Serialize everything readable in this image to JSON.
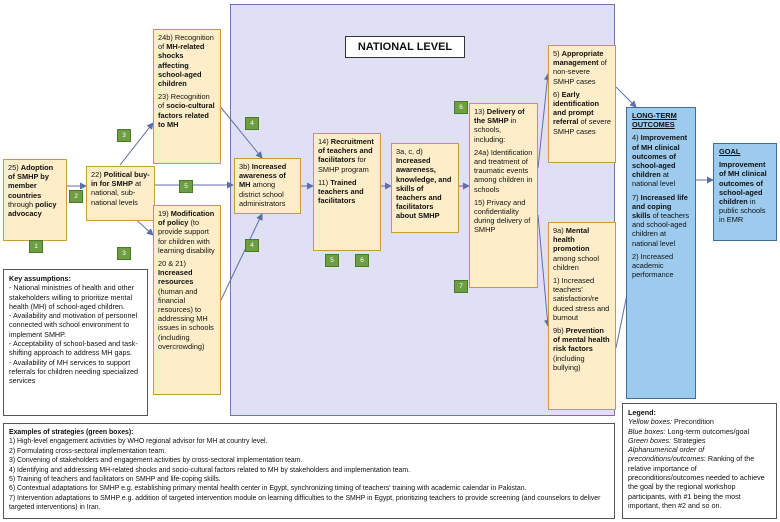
{
  "national_title": "NATIONAL LEVEL",
  "boxes": {
    "b25": {
      "num": "25)",
      "bold": "Adoption of SMHP by member countries",
      "rest": "through",
      "bold2": "policy advocacy"
    },
    "b22": {
      "num": "22)",
      "bold": "Political buy-in for SMHP",
      "rest": "at national, sub-national levels"
    },
    "b24b": {
      "num": "24b)",
      "pre": "Recognition of",
      "bold": "MH-related shocks affecting school-aged children",
      "num2": "23)",
      "pre2": "Recognition of",
      "bold2": "socio-cultural factors related to MH"
    },
    "b19": {
      "num": "19)",
      "bold": "Modification of policy",
      "rest": "(to provide support for children with learning disability",
      "num2": "20 & 21)",
      "bold2": "Increased resources",
      "rest2": "(human and financial resources) to addressing MH issues in schools (including overcrowding)"
    },
    "b3b": {
      "num": "3b)",
      "bold": "Increased awareness of MH",
      "rest": "among district school administrators"
    },
    "b14": {
      "num": "14)",
      "bold": "Recruitment of teachers and facilitators",
      "rest": "for SMHP program",
      "num2": "11)",
      "bold2": "Trained teachers and facilitators"
    },
    "b3a": {
      "num": "3a, c, d)",
      "bold": "Increased awareness, knowledge, and skills of teachers and facilitators about SMHP"
    },
    "b13": {
      "num": "13)",
      "bold": "Delivery of the SMHP",
      "rest": "in schools, including:",
      "p2": "24a) Identification and treatment of traumatic events among children in schools",
      "p3": "15) Privacy and confidentiality during delivery of SMHP"
    },
    "b5": {
      "num": "5)",
      "bold": "Appropriate management",
      "rest": "of non-severe SMHP cases",
      "num2": "6)",
      "bold2": "Early identification and prompt referral",
      "rest2": "of severe SMHP cases"
    },
    "b9a": {
      "num": "9a)",
      "bold": "Mental health promotion",
      "rest": "among school children",
      "p2": "1) Increased teachers' satisfaction/re duced stress and burnout",
      "num3": "9b)",
      "bold3": "Prevention of mental health risk factors",
      "rest3": "(including bullying)"
    }
  },
  "long_term": {
    "title": "LONG-TERM OUTCOMES",
    "p1_num": "4)",
    "p1_bold": "Improvement of MH clinical outcomes of school-aged children",
    "p1_rest": "at national level",
    "p2_num": "7)",
    "p2_bold": "Increased life and coping skills",
    "p2_rest": "of teachers and school-aged children at national level",
    "p3": "2) Increased academic performance"
  },
  "goal": {
    "title": "GOAL",
    "bold": "Improvement of MH clinical outcomes of school-aged children",
    "rest": "in public schools in EMR"
  },
  "green_labels": [
    "1",
    "2",
    "3",
    "3",
    "4",
    "4",
    "5",
    "5",
    "6",
    "6",
    "7"
  ],
  "assumptions": {
    "title": "Key assumptions:",
    "items": [
      "- National ministries of health and other stakeholders willing to prioritize mental health (MH) of school-aged children.",
      "- Availability and motivation of personnel connected with school environment to implement SMHP.",
      "- Acceptability of school-based and task-shifting approach to address MH gaps.",
      "- Availability of MH services to support referrals for children needing specialized services"
    ]
  },
  "strategies": {
    "title": "Examples of strategies (green boxes):",
    "items": [
      "1) High-level engagement activities by WHO regional advisor for MH at country level.",
      "2) Formulating cross-sectoral implementation team.",
      "3) Convening of stakeholders and engagement activities by cross-sectoral implementation team.",
      "4) Identifying and addressing MH-related shocks and socio-cultural factors related to MH by stakeholders and implementation team.",
      "5) Training of teachers and facilitators on SMHP and life-coping skills.",
      "6) Contextual adaptations for SMHP e.g. establishing primary mental health center in Egypt, synchronizing timing of teachers' training with academic calendar in Pakistan.",
      "7) Intervention adaptations to SMHP e.g. addition of targeted intervention module on learning difficulties to the SMHP in Egypt, prioritizing teachers to provide screening (and counselors to deliver targeted interventions) in Iran."
    ]
  },
  "legend": {
    "title": "Legend:",
    "yellow_label": "Yellow boxes:",
    "yellow_text": "Precondition",
    "blue_label": "Blue boxes:",
    "blue_text": "Long-term outcomes/goal",
    "green_label": "Green boxes:",
    "green_text": "Strategies",
    "alpha_label": "Alphanumerical order of preconditions/outcomes:",
    "alpha_text": "Ranking of the relative importance of preconditions/outcomes needed to achieve the goal by the regional workshop participants, with #1 being the most important, then #2 and so on."
  },
  "colors": {
    "yellow": "#fdeec9",
    "blue": "#9ccbee",
    "green": "#6d9f42",
    "national": "#dfe0f3"
  }
}
